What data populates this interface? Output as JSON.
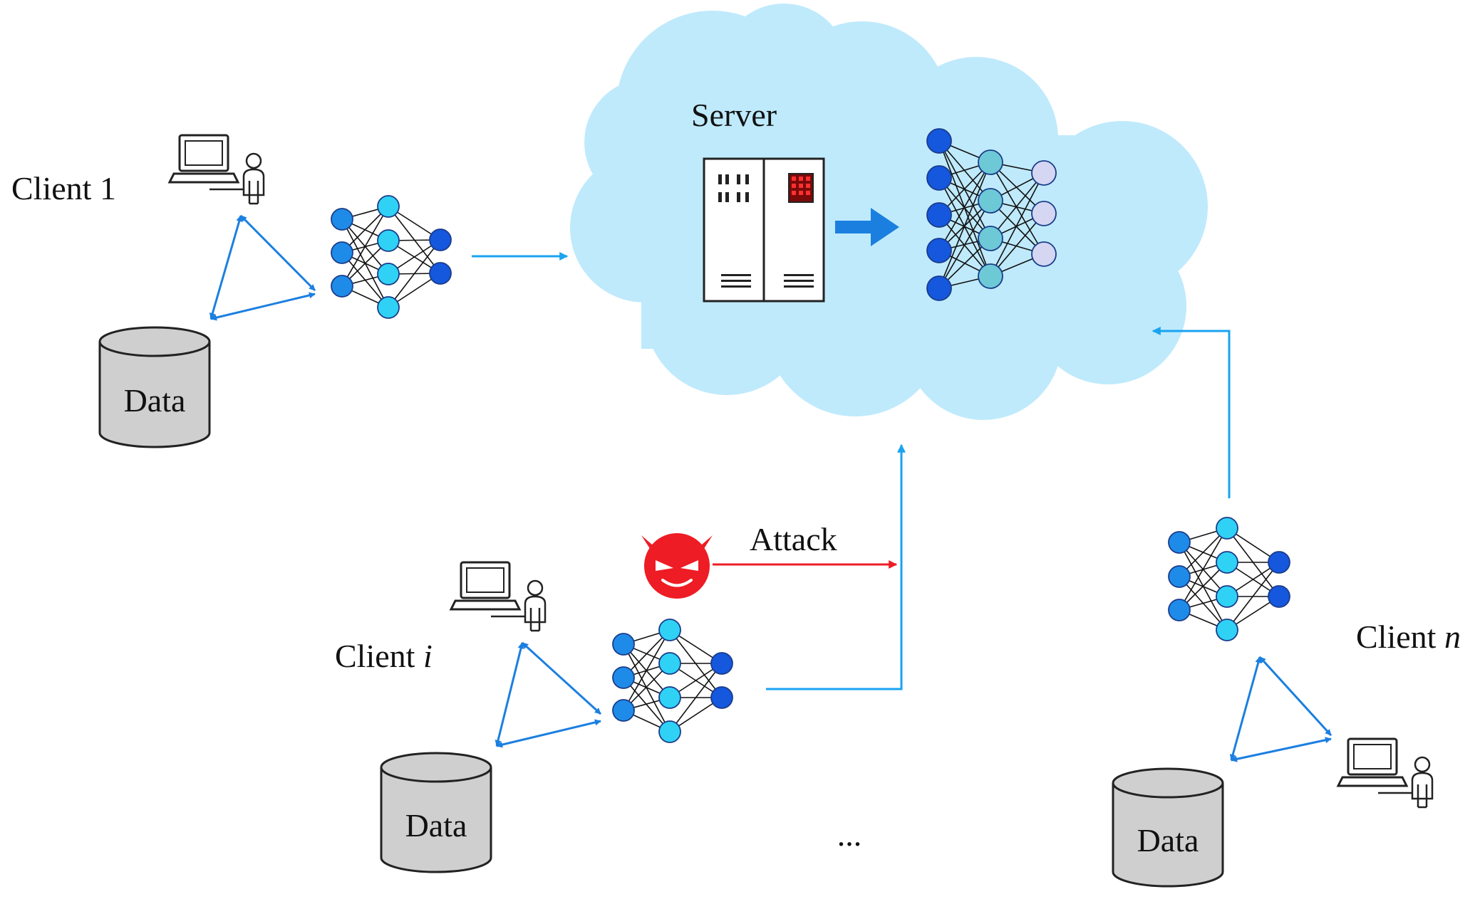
{
  "server": {
    "label": "Server"
  },
  "clients": [
    {
      "label_main": "Client 1",
      "label_italic": "",
      "data_label": "Data"
    },
    {
      "label_main": "Client ",
      "label_italic": "i",
      "data_label": "Data"
    },
    {
      "label_main": "Client ",
      "label_italic": "n",
      "data_label": "Data"
    }
  ],
  "attack": {
    "label": "Attack"
  },
  "ellipsis": "...",
  "icons": [
    "cloud-icon",
    "server-rack-icon",
    "neural-network-icon",
    "laptop-user-icon",
    "database-icon",
    "devil-attacker-icon"
  ],
  "colors": {
    "cloud": "#bfeafc",
    "arrow_blue": "#1aa3f0",
    "arrow_dark_blue": "#1b7fe0",
    "attack_red": "#ee1c24",
    "node_blue": "#1f8be8",
    "node_cyan": "#2fd2f5",
    "node_dark": "#1557dd",
    "server_node_teal": "#6ec9d6",
    "server_node_lavender": "#d4d6f2",
    "database_gray": "#cfcfcf"
  }
}
